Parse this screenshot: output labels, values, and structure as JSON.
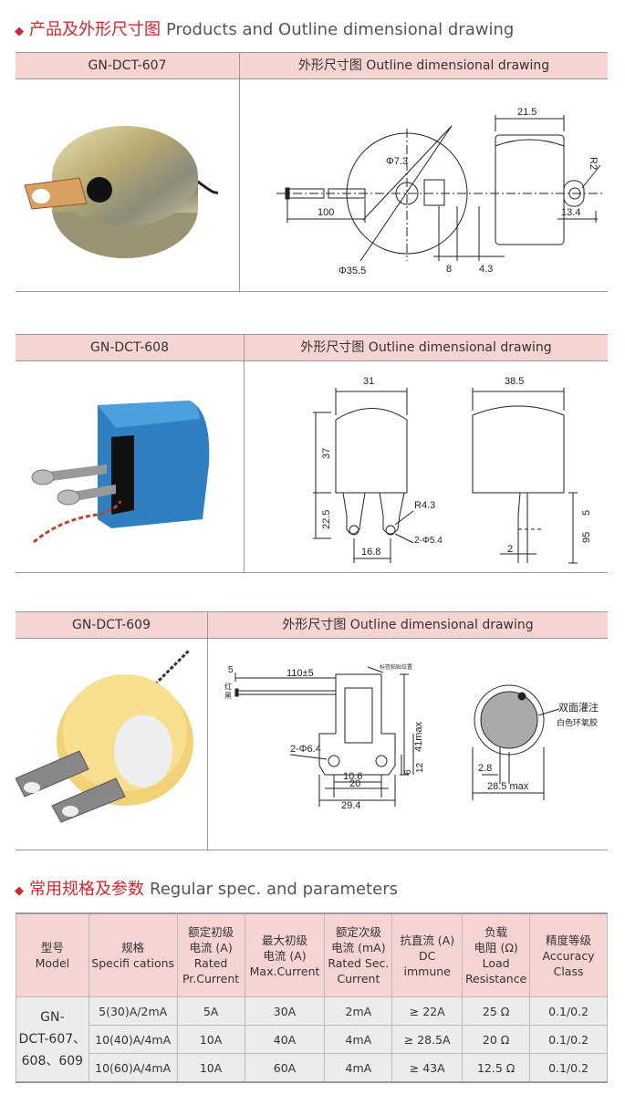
{
  "section1": {
    "bullet": "◆",
    "title_cn": "产品及外形尺寸图",
    "title_en": "Products and Outline dimensional drawing"
  },
  "panel607": {
    "model": "GN-DCT-607",
    "drawing_title": "外形尺寸图 Outline dimensional drawing",
    "dims": {
      "d1": "21.5",
      "d2": "R2",
      "d3": "Φ7.3",
      "d4": "100",
      "d5": "Φ35.5",
      "d6": "8",
      "d7": "4.3",
      "d8": "13.4"
    }
  },
  "panel608": {
    "model": "GN-DCT-608",
    "drawing_title": "外形尺寸图 Outline dimensional drawing",
    "dims": {
      "d1": "31",
      "d2": "38.5",
      "d3": "37",
      "d4": "22.5",
      "d5": "R4.3",
      "d6": "2-Φ5.4",
      "d7": "16.8",
      "d8": "5",
      "d9": "95",
      "d10": "2"
    }
  },
  "panel609": {
    "model": "GN-DCT-609",
    "drawing_title": "外形尺寸图 Outline dimensional drawing",
    "dims": {
      "d1": "5",
      "d2": "110±5",
      "d3": "红",
      "d4": "黑",
      "d5": "标签粘贴位置",
      "d6": "41max",
      "d7": "2-Φ6.4",
      "d8": "10.6",
      "d9": "20",
      "d10": "29.4",
      "d11": "6",
      "d12": "12",
      "d13": "双面灌注",
      "d14": "白色环氧胶",
      "d15": "2.8",
      "d16": "28.5 max"
    }
  },
  "section2": {
    "bullet": "◆",
    "title_cn": "常用规格及参数",
    "title_en": "Regular spec. and parameters"
  },
  "table": {
    "headers": [
      [
        "型号",
        "Model"
      ],
      [
        "规格",
        "Specifi cations"
      ],
      [
        "额定初级",
        "电流 (A)",
        "Rated",
        "Pr.Current"
      ],
      [
        "最大初级",
        "电流 (A)",
        "Max.Current"
      ],
      [
        "额定次级",
        "电流 (mA)",
        "Rated Sec.",
        "Current"
      ],
      [
        "抗直流 (A)",
        "DC immune"
      ],
      [
        "负载",
        "电阻 (Ω)",
        "Load",
        "Resistance"
      ],
      [
        "精度等级",
        "Accuracy",
        "Class"
      ]
    ],
    "model_cell": [
      "GN-",
      "DCT-607、",
      "608、609"
    ],
    "rows": [
      [
        "5(30)A/2mA",
        "5A",
        "30A",
        "2mA",
        "≥ 22A",
        "25 Ω",
        "0.1/0.2"
      ],
      [
        "10(40)A/4mA",
        "10A",
        "40A",
        "4mA",
        "≥ 28.5A",
        "20 Ω",
        "0.1/0.2"
      ],
      [
        "10(60)A/4mA",
        "10A",
        "60A",
        "4mA",
        "≥ 43A",
        "12.5 Ω",
        "0.1/0.2"
      ]
    ]
  }
}
